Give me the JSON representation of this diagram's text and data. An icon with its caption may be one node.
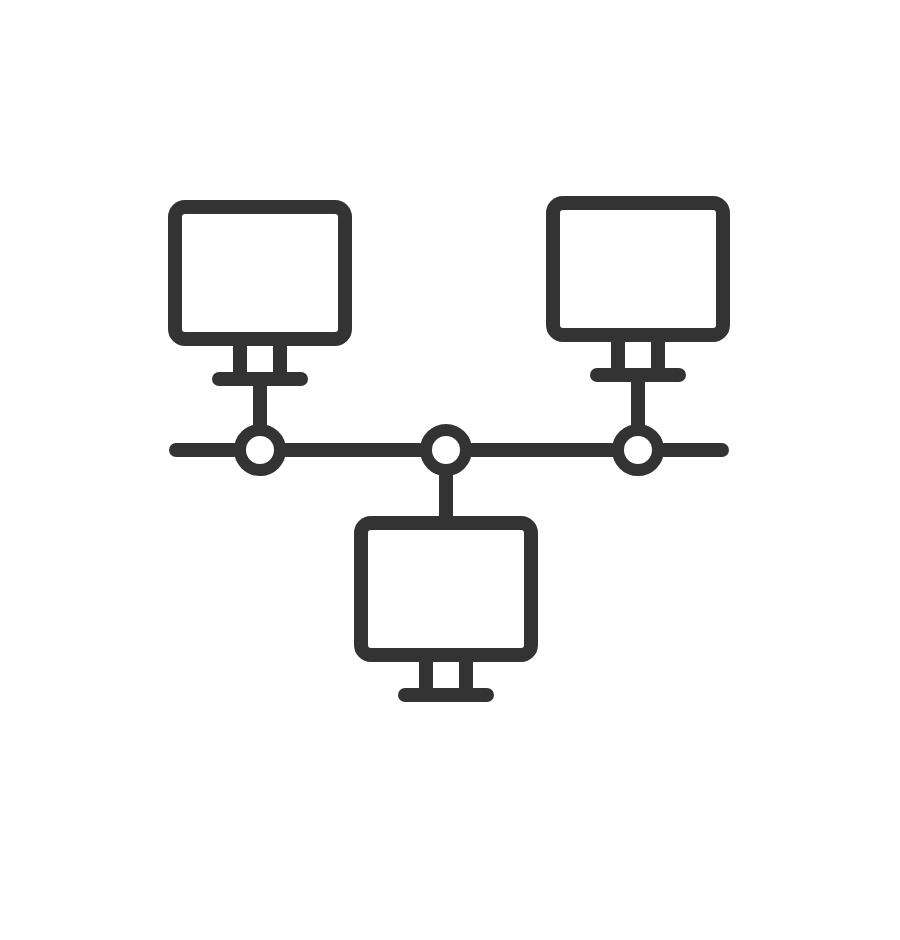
{
  "diagram": {
    "nodes": [
      {
        "text": [],
        "shape": "monitor"
      },
      {
        "text": [],
        "shape": "monitor"
      },
      {
        "text": [],
        "shape": "circle"
      },
      {
        "text": [],
        "shape": "circle"
      },
      {
        "text": [],
        "shape": "circle"
      },
      {
        "text": [],
        "shape": "monitor"
      }
    ],
    "edges": [
      {
        "from": 0,
        "to": 2,
        "arrow": "none"
      },
      {
        "from": 1,
        "to": 4,
        "arrow": "none"
      },
      {
        "from": null,
        "to": 2,
        "arrow": "none"
      },
      {
        "from": 2,
        "to": 3,
        "arrow": "none"
      },
      {
        "from": 3,
        "to": 4,
        "arrow": "none"
      },
      {
        "from": 4,
        "to": null,
        "arrow": "none"
      },
      {
        "from": 3,
        "to": 5,
        "arrow": "none"
      }
    ]
  }
}
